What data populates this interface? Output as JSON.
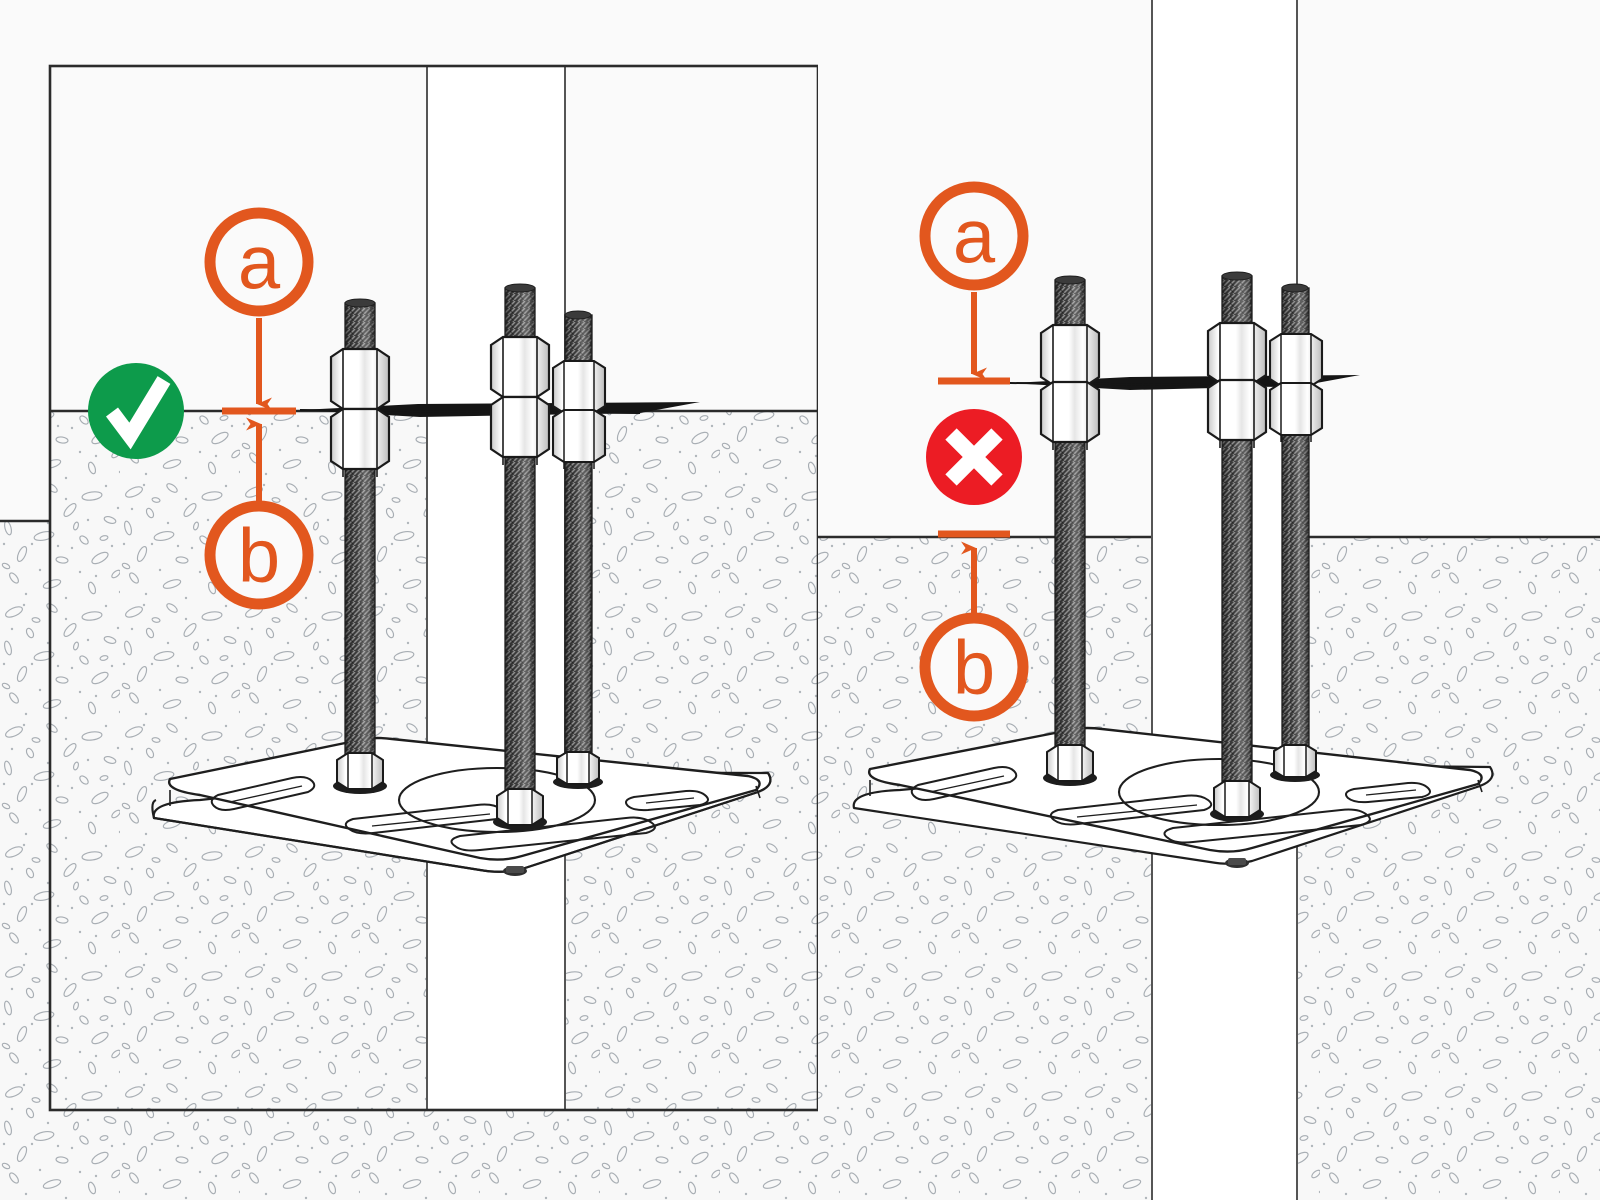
{
  "diagram": {
    "title": "Anchor bolt / base plate embedment depth — correct vs incorrect",
    "type": "technical-illustration",
    "colors": {
      "accent_orange": "#e2571e",
      "ok_green": "#0d9b4b",
      "error_red": "#ec1c24",
      "line_dark": "#2b2b2b",
      "rod_dark": "#3a3a3a",
      "concrete_fill": "#f7f7f7",
      "concrete_speck": "#9aa0a6",
      "page_bg": "#fafafa",
      "post_fill": "#ffffff"
    },
    "panels": [
      {
        "id": "left",
        "status": "correct",
        "status_icon": "check-mark-icon",
        "status_glyph": "✓",
        "ground_label": "ground-line",
        "callouts": [
          {
            "id": "a",
            "label": "a",
            "position": "above-ground",
            "arrow": "down"
          },
          {
            "id": "b",
            "label": "b",
            "position": "below-ground",
            "arrow": "up"
          }
        ],
        "components": [
          "steel-post",
          "base-plate",
          "anchor-rod",
          "hex-nut-upper",
          "hex-nut-lower",
          "levelling-plate"
        ]
      },
      {
        "id": "right",
        "status": "incorrect",
        "status_icon": "cross-mark-icon",
        "status_glyph": "✕",
        "ground_label": "ground-line",
        "callouts": [
          {
            "id": "a",
            "label": "a",
            "position": "above-ground",
            "arrow": "down"
          },
          {
            "id": "b",
            "label": "b",
            "position": "below-ground",
            "arrow": "up"
          }
        ],
        "components": [
          "steel-post",
          "base-plate",
          "anchor-rod",
          "hex-nut-upper",
          "hex-nut-lower",
          "levelling-plate"
        ]
      }
    ]
  }
}
